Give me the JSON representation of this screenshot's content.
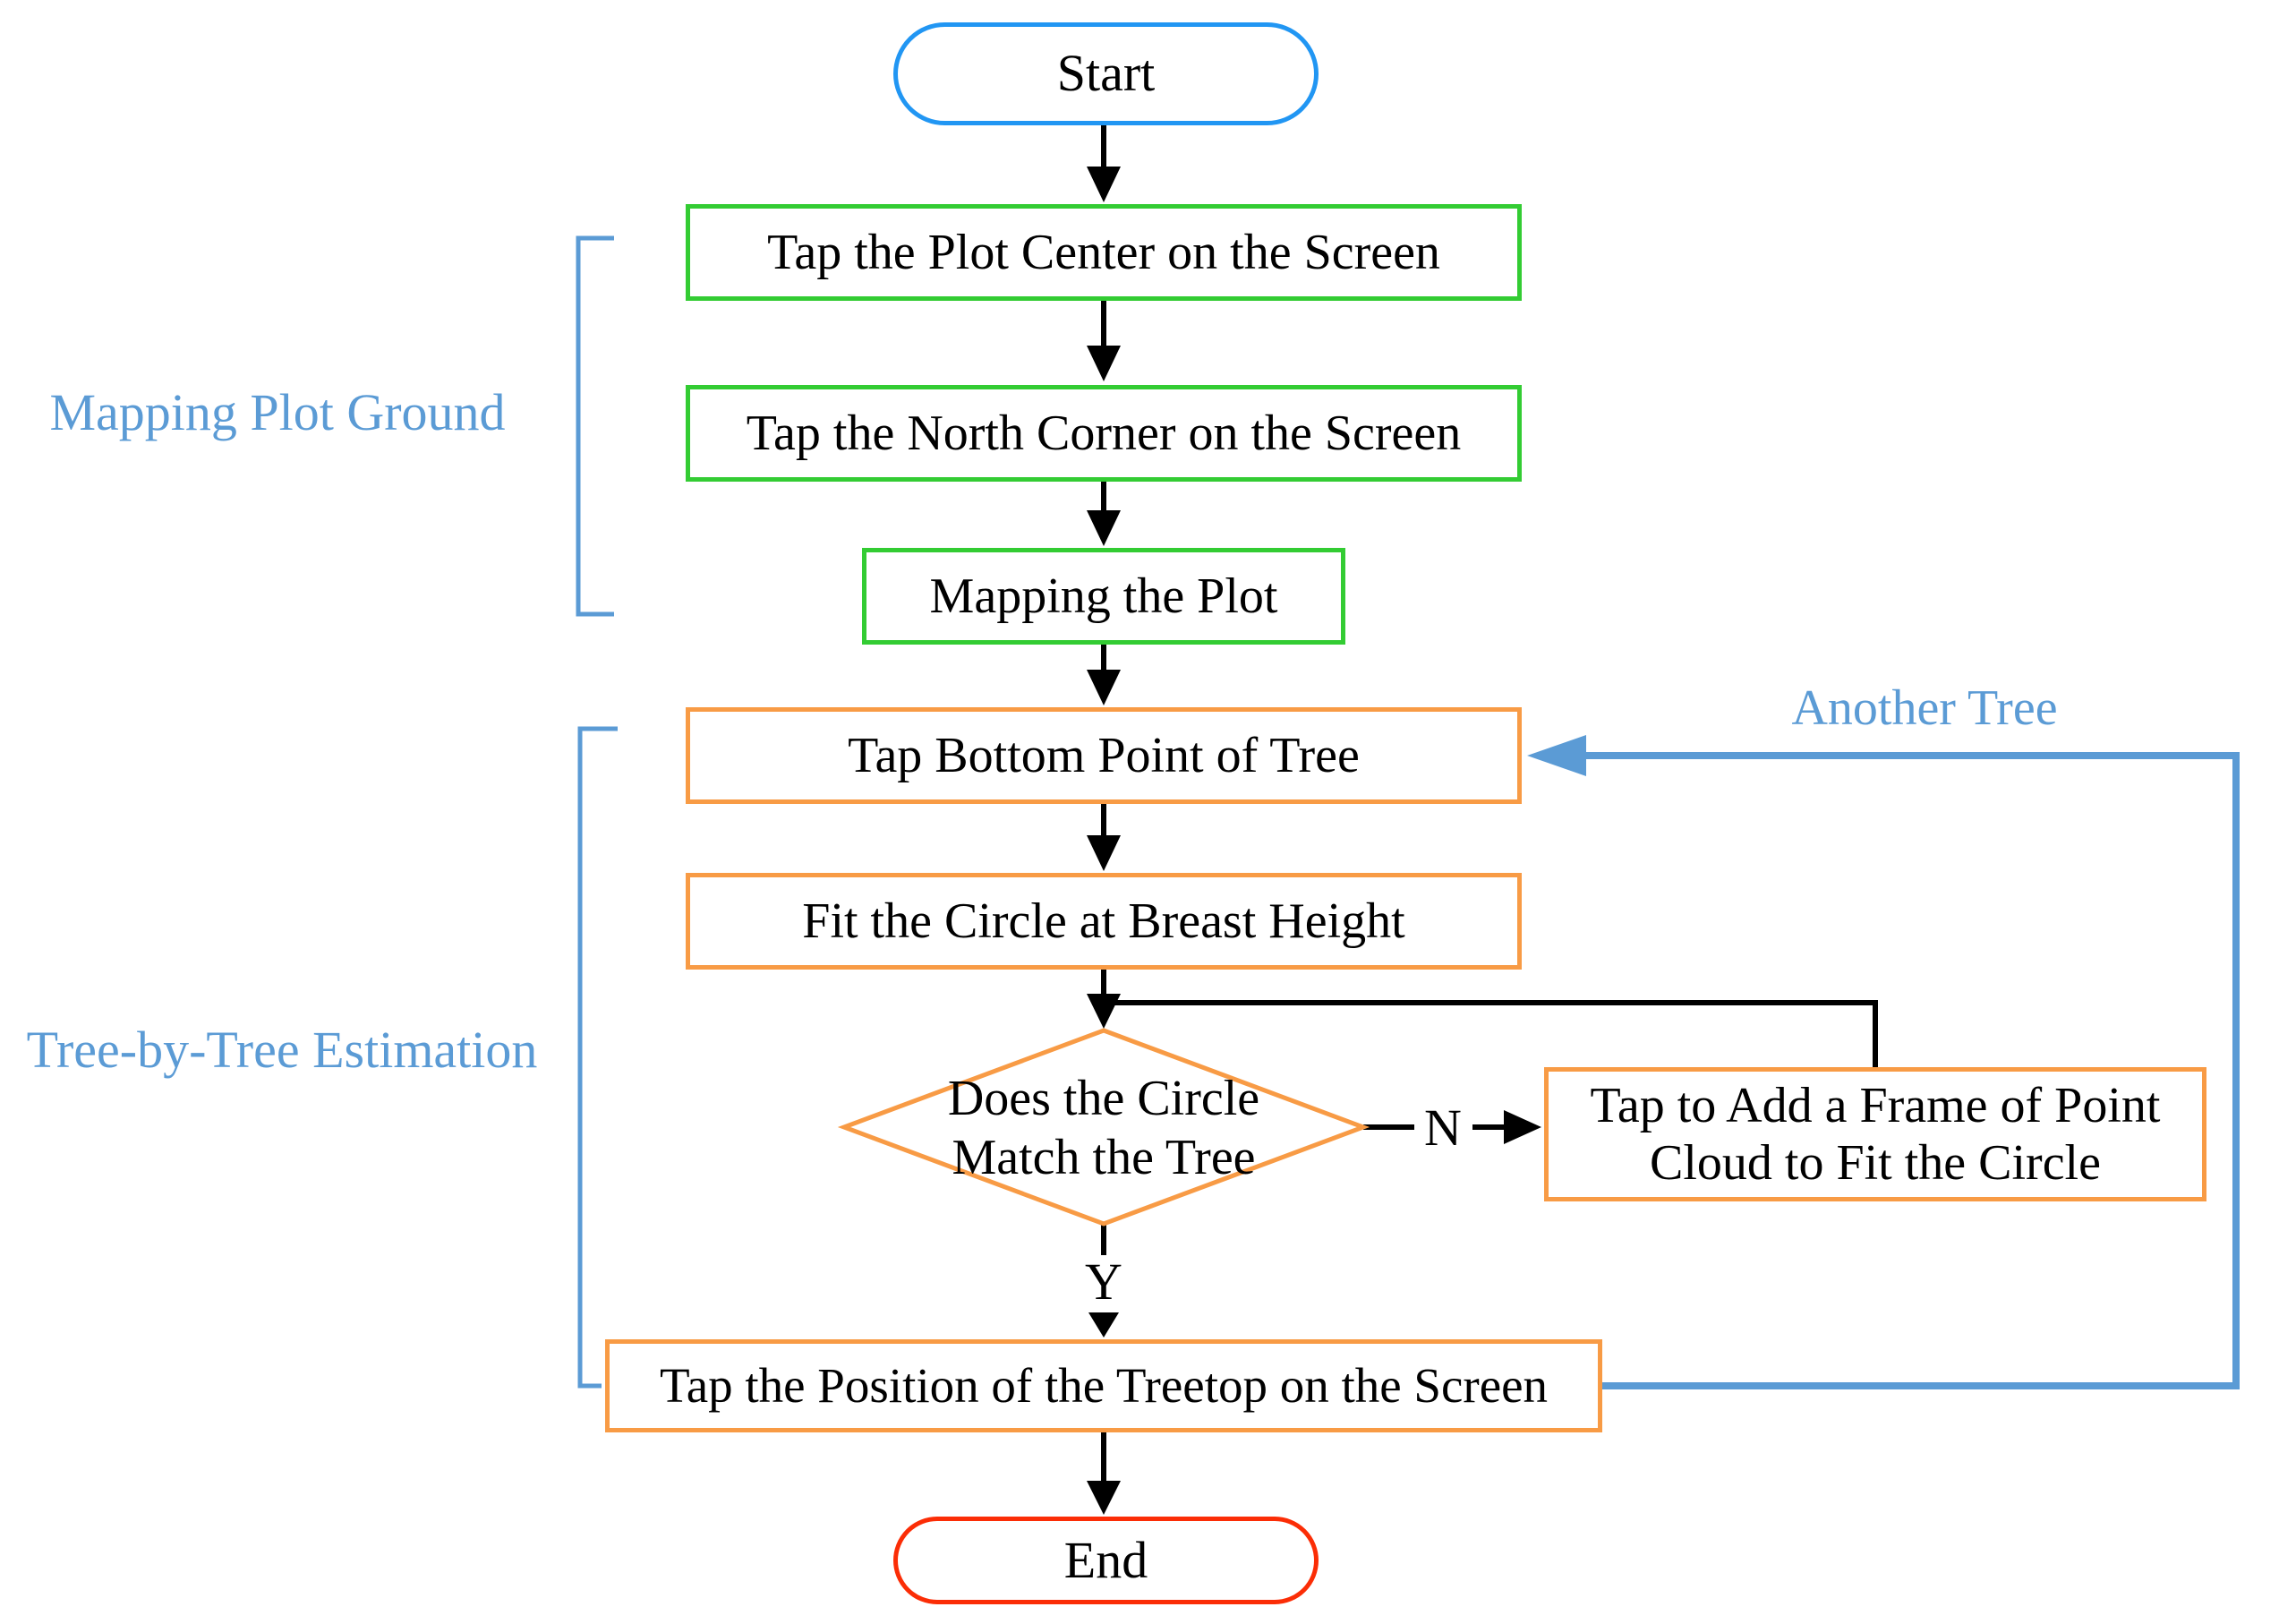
{
  "diagram": {
    "type": "flowchart",
    "nodes": {
      "start": "Start",
      "tap_plot_center": "Tap the Plot Center on the Screen",
      "tap_north_corner": "Tap the North Corner on the Screen",
      "mapping_the_plot": "Mapping the Plot",
      "tap_bottom_point": "Tap Bottom Point of Tree",
      "fit_circle": "Fit the Circle at Breast Height",
      "decision": "Does the Circle Match the Tree",
      "add_frame": "Tap to Add a Frame of Point Cloud to Fit the Circle",
      "tap_treetop": "Tap the Position of the Treetop on the Screen",
      "end": "End"
    },
    "edge_labels": {
      "no": "N",
      "yes": "Y",
      "loop": "Another Tree"
    },
    "groups": [
      {
        "label": "Mapping Plot Ground"
      },
      {
        "label": "Tree-by-Tree Estimation"
      }
    ],
    "colors": {
      "start_border": "#2196f3",
      "step_green": "#33cc33",
      "step_orange": "#f89b45",
      "end_border": "#fb2d06",
      "annotation_blue": "#5b9bd5",
      "line_black": "#000000"
    }
  }
}
